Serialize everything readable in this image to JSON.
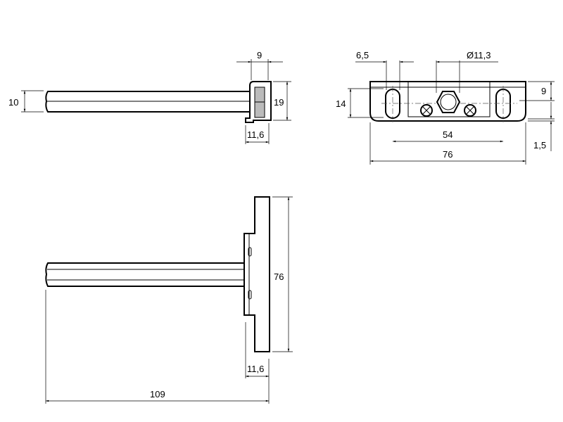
{
  "side_view": {
    "dim_rod_height": "10",
    "dim_bracket_depth": "9",
    "dim_bracket_height": "19",
    "dim_bracket_width": "11,6"
  },
  "front_view": {
    "dim_slot_width": "6,5",
    "dim_nut_diameter": "Ø11,3",
    "dim_height": "14",
    "dim_center_offset": "9",
    "dim_bottom_offset": "1,5",
    "dim_slot_spacing": "54",
    "dim_total_width": "76"
  },
  "top_view": {
    "dim_plate_length": "76",
    "dim_plate_depth": "11,6",
    "dim_total_length": "109"
  }
}
